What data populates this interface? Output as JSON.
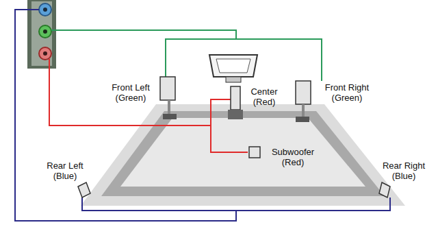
{
  "diagram": {
    "nodes": [
      {
        "text": [
          "Front Left (Green)"
        ]
      },
      {
        "text": [
          "Center (Red)"
        ]
      },
      {
        "text": [
          "Front Right (Green)"
        ]
      },
      {
        "text": [
          "Subwoofer (Red)"
        ]
      },
      {
        "text": [
          "Rear Left (Blue)"
        ]
      },
      {
        "text": [
          "Rear Right (Blue)"
        ]
      }
    ]
  }
}
